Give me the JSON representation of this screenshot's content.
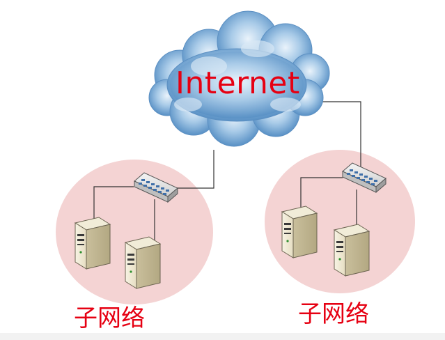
{
  "cloud": {
    "label": "Internet"
  },
  "subnets": [
    {
      "label": "子网络"
    },
    {
      "label": "子网络"
    }
  ],
  "colors": {
    "label": "#e60012",
    "subnet_fill": "#f4d3d3",
    "link": "#333333",
    "cloud_dark": "#3d7bb6",
    "cloud_light": "#cfe3f3"
  }
}
